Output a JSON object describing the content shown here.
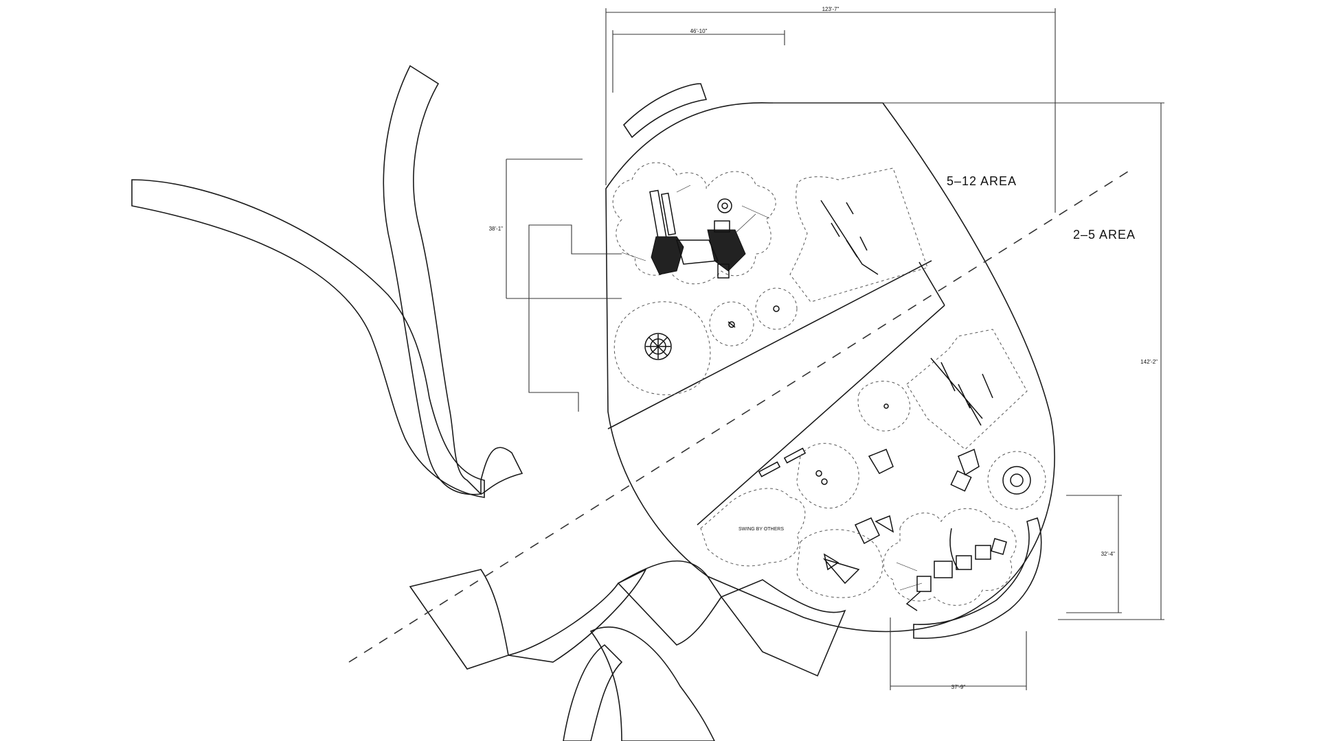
{
  "labels": {
    "area_older": "5–12 AREA",
    "area_younger": "2–5 AREA",
    "swing_label": "SWING BY OTHERS"
  },
  "dimensions": {
    "top_overall": "123'-7\"",
    "top_partial": "46'-10\"",
    "left_height": "38'-1\"",
    "right_overall": "142'-2\"",
    "right_partial": "32'-4\"",
    "bottom_width": "37'-9\""
  }
}
